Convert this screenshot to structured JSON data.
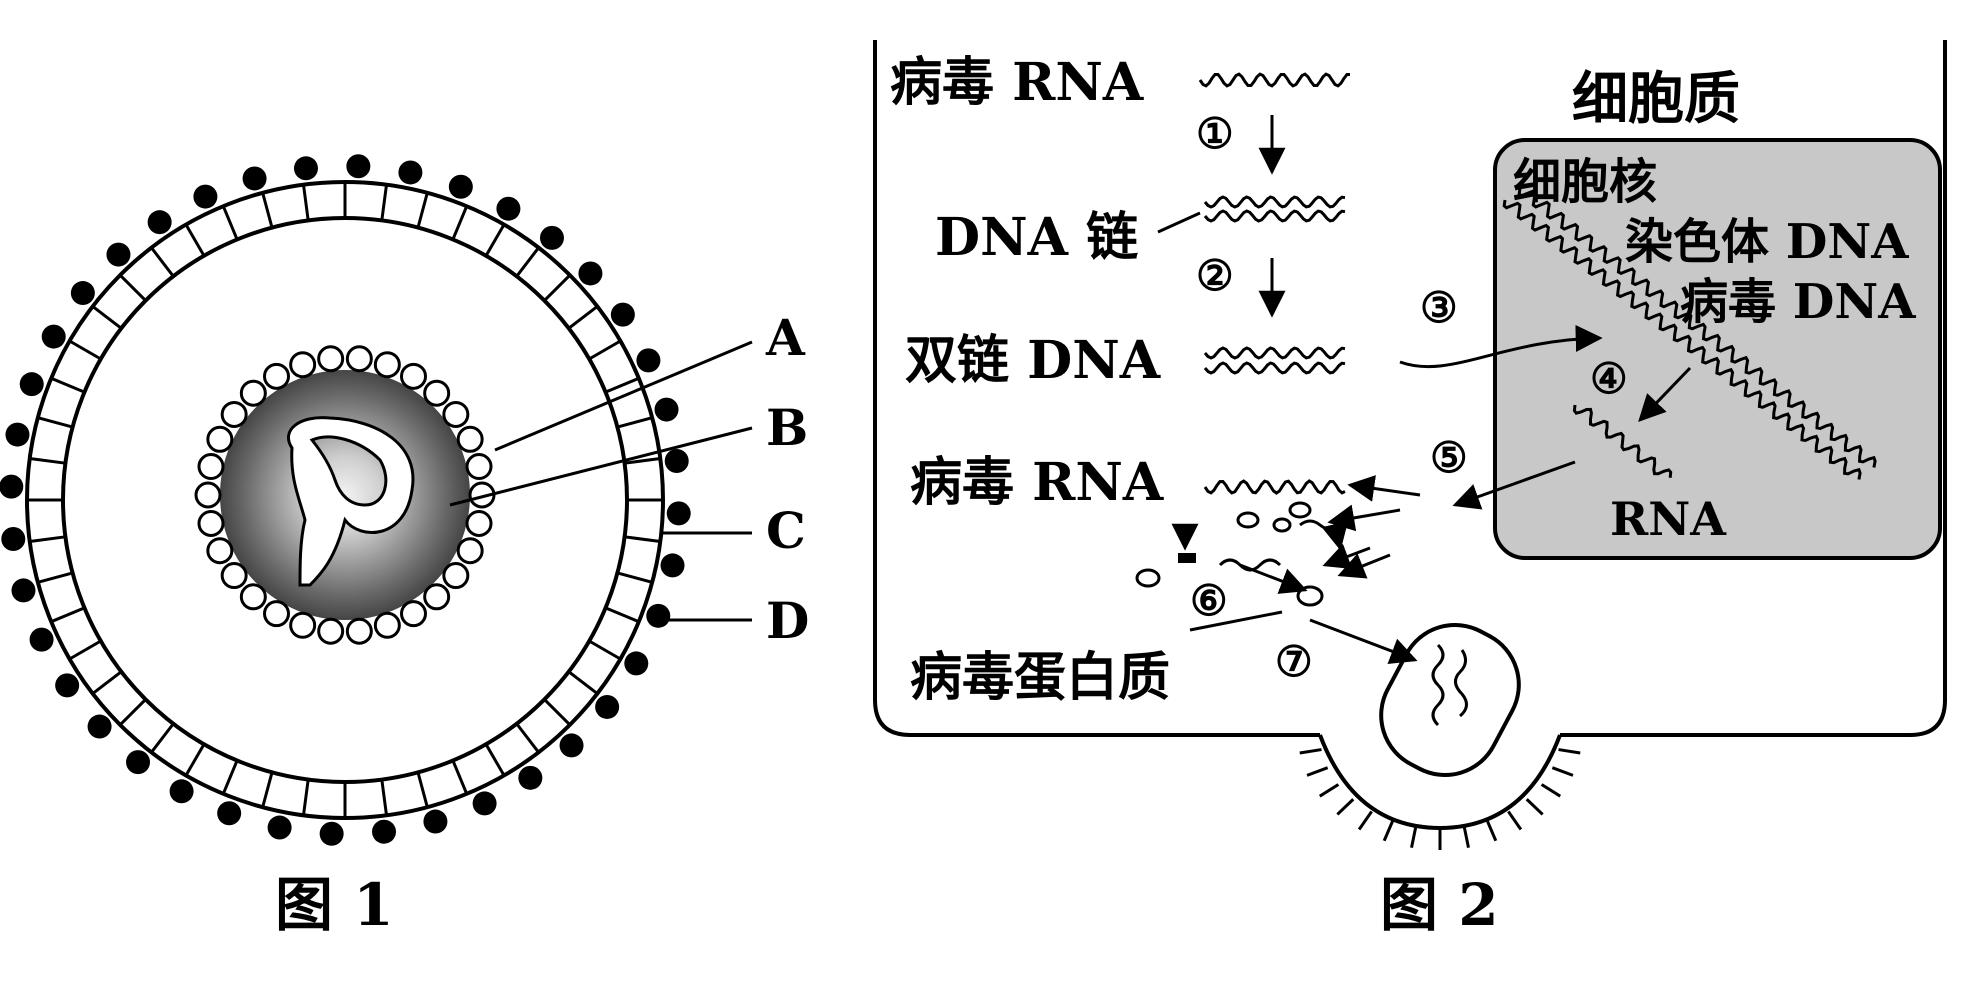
{
  "figure1": {
    "caption": "图 1",
    "labels": {
      "a": "A",
      "b": "B",
      "c": "C",
      "d": "D"
    }
  },
  "figure2": {
    "caption": "图 2",
    "cytoplasm": "细胞质",
    "nucleus": "细胞核",
    "chromosome_dna": "染色体 DNA",
    "viral_dna": "病毒 DNA",
    "rna": "RNA",
    "viral_rna_top": "病毒 RNA",
    "dna_strand": "DNA 链",
    "double_dna": "双链 DNA",
    "viral_rna_mid": "病毒 RNA",
    "viral_protein": "病毒蛋白质",
    "steps": [
      "①",
      "②",
      "③",
      "④",
      "⑤",
      "⑥",
      "⑦"
    ]
  }
}
